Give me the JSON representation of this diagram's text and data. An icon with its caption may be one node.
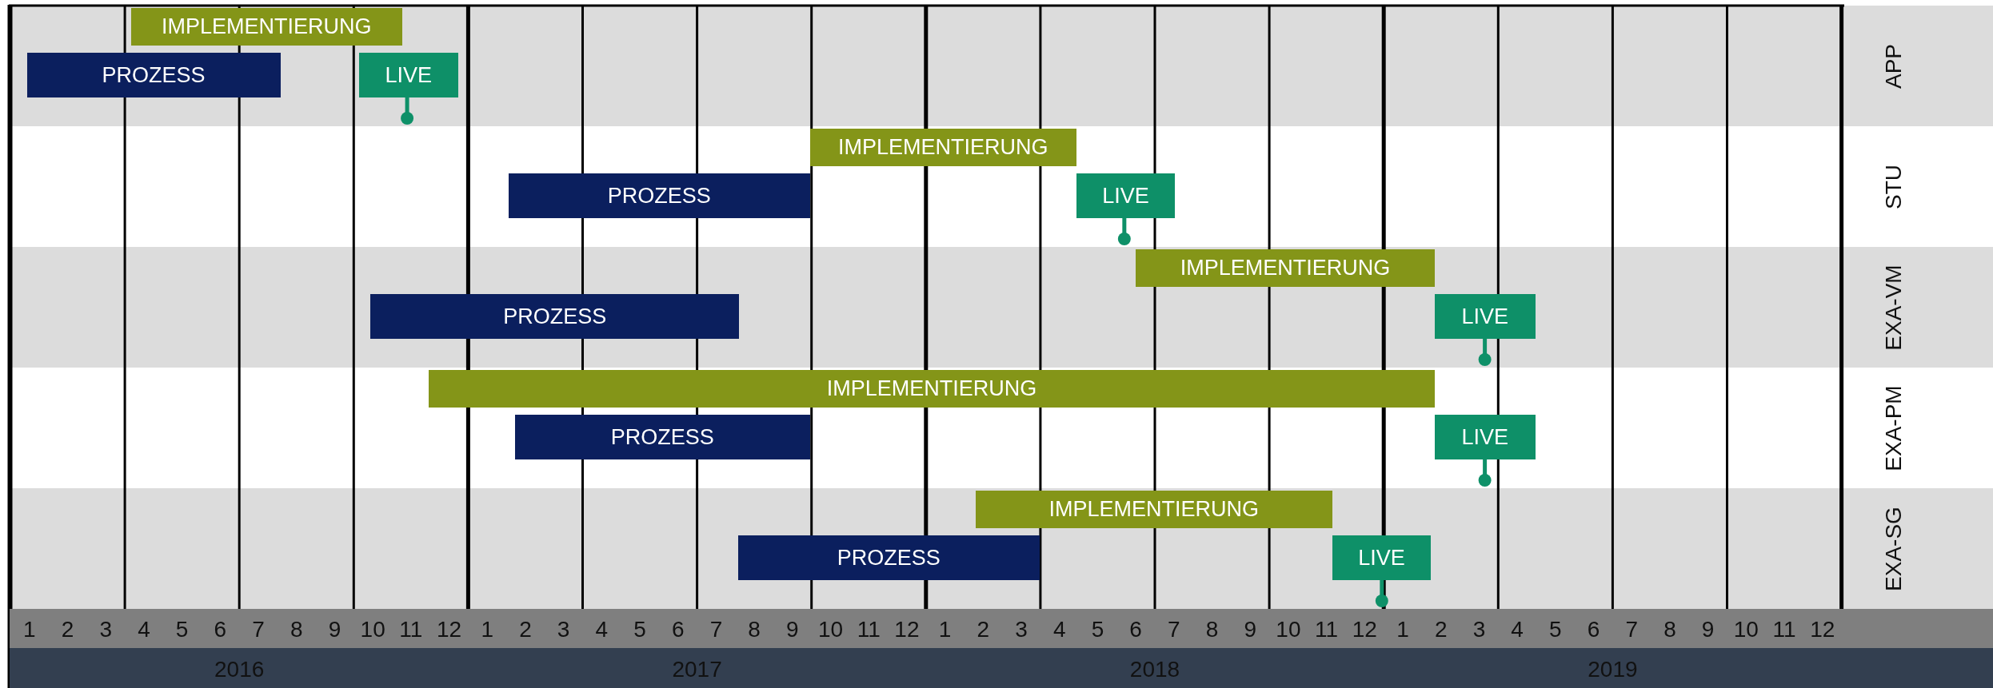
{
  "diagram": {
    "nodes": [
      {
        "text": [
          "APP"
        ]
      },
      {
        "text": [
          "IMPLEMENTIERUNG"
        ],
        "in": 0
      },
      {
        "text": [
          "PROZESS"
        ],
        "in": 0
      },
      {
        "text": [
          "LIVE"
        ],
        "in": 0
      },
      {
        "text": [
          "STU"
        ]
      },
      {
        "text": [
          "IMPLEMENTIERUNG"
        ],
        "in": 4
      },
      {
        "text": [
          "PROZESS"
        ],
        "in": 4
      },
      {
        "text": [
          "LIVE"
        ],
        "in": 4
      },
      {
        "text": [
          "EXA-VM"
        ]
      },
      {
        "text": [
          "IMPLEMENTIERUNG"
        ],
        "in": 8
      },
      {
        "text": [
          "PROZESS"
        ],
        "in": 8
      },
      {
        "text": [
          "LIVE"
        ],
        "in": 8
      },
      {
        "text": [
          "EXA-PM"
        ]
      },
      {
        "text": [
          "IMPLEMENTIERUNG"
        ],
        "in": 12
      },
      {
        "text": [
          "PROZESS"
        ],
        "in": 12
      },
      {
        "text": [
          "LIVE"
        ],
        "in": 12
      },
      {
        "text": [
          "EXA-SG"
        ]
      },
      {
        "text": [
          "IMPLEMENTIERUNG"
        ],
        "in": 16
      },
      {
        "text": [
          "PROZESS"
        ],
        "in": 16
      },
      {
        "text": [
          "LIVE"
        ],
        "in": 16
      }
    ],
    "labels": [
      "1",
      "2",
      "3",
      "4",
      "5",
      "6",
      "7",
      "8",
      "9",
      "10",
      "11",
      "12",
      "1",
      "2",
      "3",
      "4",
      "5",
      "6",
      "7",
      "8",
      "9",
      "10",
      "11",
      "12",
      "1",
      "2",
      "3",
      "4",
      "5",
      "6",
      "7",
      "8",
      "9",
      "10",
      "11",
      "12",
      "1",
      "2",
      "3",
      "4",
      "5",
      "6",
      "7",
      "8",
      "9",
      "10",
      "11",
      "12",
      "2016",
      "2017",
      "2018",
      "2019"
    ]
  }
}
